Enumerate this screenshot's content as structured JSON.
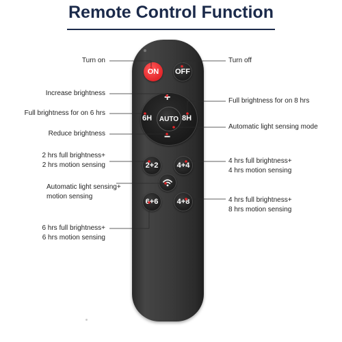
{
  "title": "Remote Control Function",
  "buttons": {
    "on": "ON",
    "off": "OFF",
    "increase": "+",
    "left": "6H",
    "center": "AUTO",
    "right": "8H",
    "decrease": "−",
    "b22": "2+2",
    "b44": "4+4",
    "b66": "6+6",
    "b48": "4+8"
  },
  "labels": {
    "turn_on": "Turn on",
    "turn_off": "Turn off",
    "increase": "Increase brightness",
    "full_6": "Full brightness for on 6 hrs",
    "full_8": "Full brightness for on 8 hrs",
    "reduce": "Reduce brightness",
    "auto_mode": "Automatic light sensing mode",
    "b22_1": "2 hrs full brightness+",
    "b22_2": "2 hrs motion sensing",
    "b44_1": "4 hrs full brightness+",
    "b44_2": "4 hrs motion sensing",
    "sense_1": "Automatic light sensing+",
    "sense_2": "motion sensing",
    "b48_1": "4 hrs full brightness+",
    "b48_2": "8 hrs motion sensing",
    "b66_1": "6 hrs full brightness+",
    "b66_2": "6 hrs motion sensing"
  },
  "colors": {
    "title": "#1b2a4a",
    "on_button": "#e3262a",
    "leader_line": "#2a2a2a",
    "marker_dot": "#e3262a"
  }
}
